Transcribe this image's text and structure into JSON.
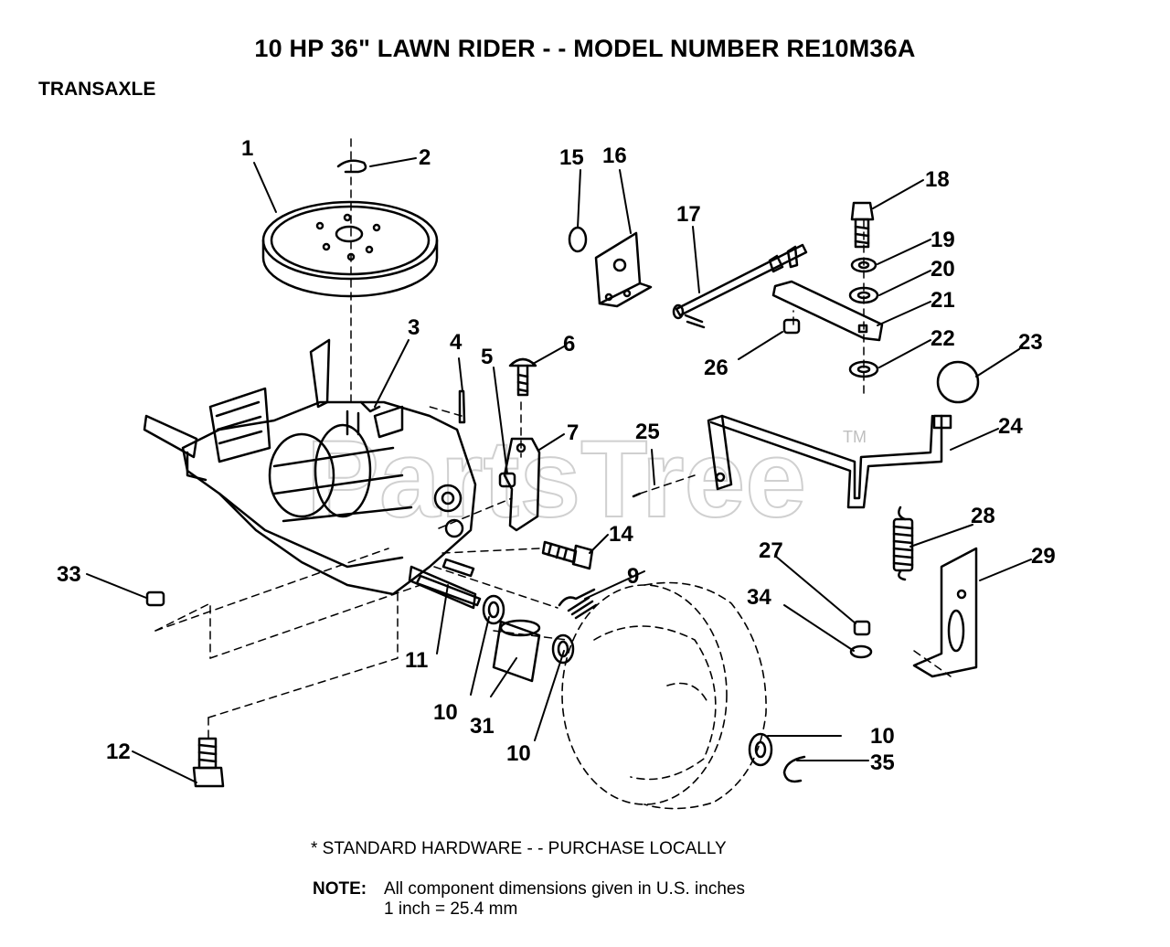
{
  "header": {
    "title": "10 HP 36\" LAWN RIDER - - MODEL NUMBER RE10M36A",
    "section": "TRANSAXLE"
  },
  "footer": {
    "hardware_note": "* STANDARD HARDWARE - - PURCHASE LOCALLY",
    "note_label": "NOTE:",
    "note_line1": "All component dimensions given in U.S. inches",
    "note_line2": "1 inch = 25.4 mm"
  },
  "watermark": {
    "text": "PartsTree",
    "tm": "TM"
  },
  "callouts": {
    "c1": "1",
    "c2": "2",
    "c3": "3",
    "c4": "4",
    "c5": "5",
    "c6": "6",
    "c7": "7",
    "c9": "9",
    "c10a": "10",
    "c10b": "10",
    "c10c": "10",
    "c11": "11",
    "c12": "12",
    "c14": "14",
    "c15": "15",
    "c16": "16",
    "c17": "17",
    "c18": "18",
    "c19": "19",
    "c20": "20",
    "c21": "21",
    "c22": "22",
    "c23": "23",
    "c24": "24",
    "c25": "25",
    "c26": "26",
    "c27": "27",
    "c28": "28",
    "c29": "29",
    "c31": "31",
    "c33": "33",
    "c34": "34",
    "c35": "35"
  },
  "colors": {
    "ink": "#000000",
    "paper": "#ffffff",
    "watermark": "#d0d0d0"
  }
}
